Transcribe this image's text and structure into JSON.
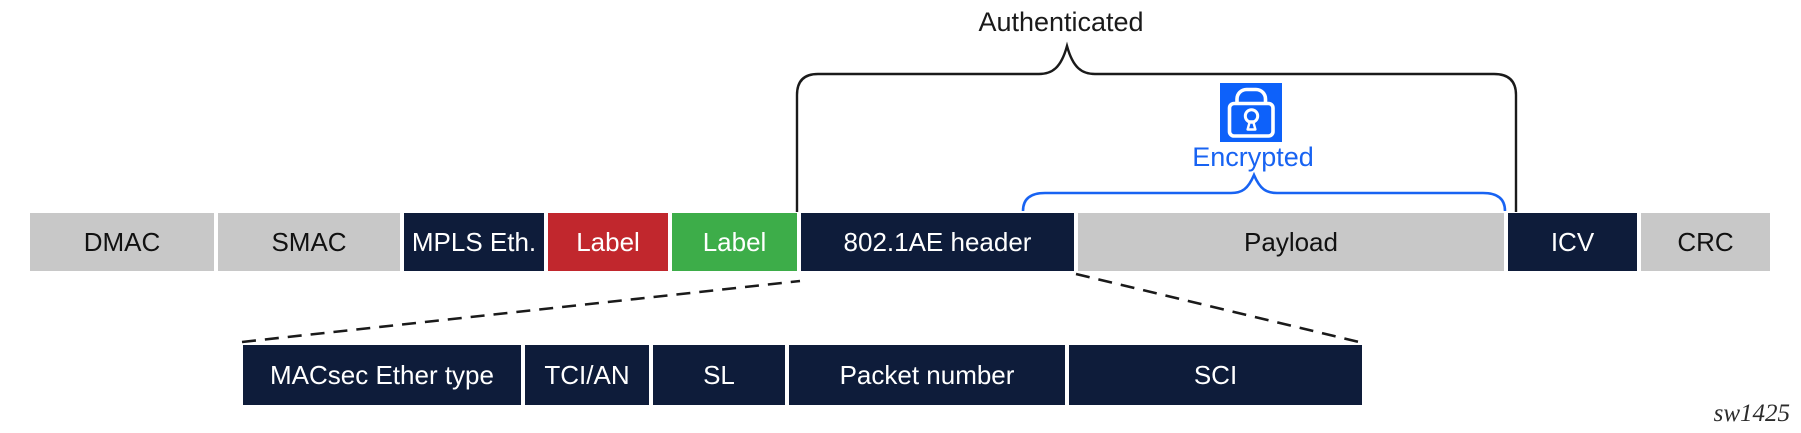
{
  "diagram": {
    "annotations": {
      "authenticated": "Authenticated",
      "encrypted": "Encrypted"
    },
    "icons": {
      "encrypted_lock": "lock-icon"
    },
    "watermark": "sw1425",
    "colors": {
      "navy": "#0e1c3a",
      "gray": "#c8c8c8",
      "red": "#c1272d",
      "green": "#3dad49",
      "blue": "#1863f2",
      "lock_blue": "#0d61fa"
    },
    "main_row": [
      {
        "label": "DMAC",
        "color": "gray"
      },
      {
        "label": "SMAC",
        "color": "gray"
      },
      {
        "label": "MPLS Eth.",
        "color": "navy"
      },
      {
        "label": "Label",
        "color": "red"
      },
      {
        "label": "Label",
        "color": "green"
      },
      {
        "label": "802.1AE header",
        "color": "navy"
      },
      {
        "label": "Payload",
        "color": "gray"
      },
      {
        "label": "ICV",
        "color": "navy"
      },
      {
        "label": "CRC",
        "color": "gray"
      }
    ],
    "sub_row": [
      {
        "label": "MACsec Ether type",
        "color": "navy"
      },
      {
        "label": "TCI/AN",
        "color": "navy"
      },
      {
        "label": "SL",
        "color": "navy"
      },
      {
        "label": "Packet number",
        "color": "navy"
      },
      {
        "label": "SCI",
        "color": "navy"
      }
    ]
  }
}
